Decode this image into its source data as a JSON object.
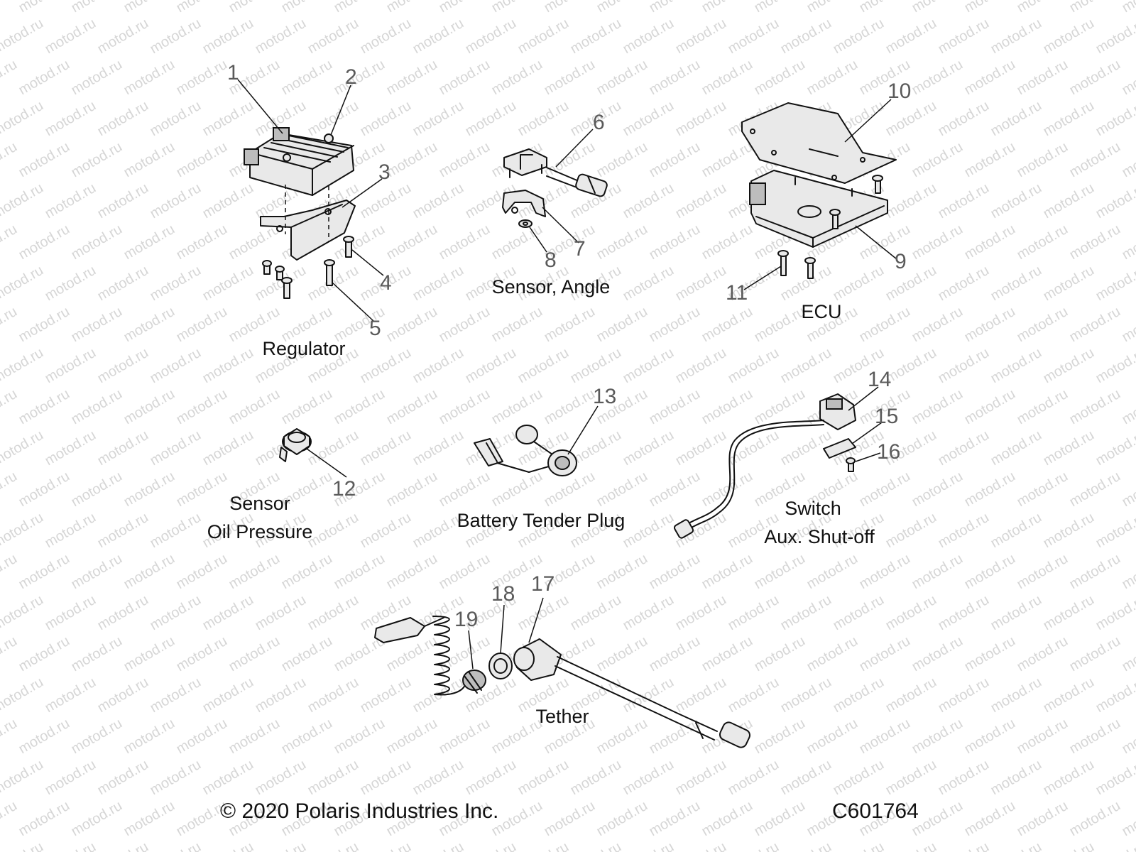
{
  "watermark": "motod.ru",
  "callouts": [
    "1",
    "2",
    "3",
    "4",
    "5",
    "6",
    "7",
    "8",
    "9",
    "10",
    "11",
    "12",
    "13",
    "14",
    "15",
    "16",
    "17",
    "18",
    "19"
  ],
  "groups": {
    "regulator": "Regulator",
    "sensor_angle": "Sensor, Angle",
    "ecu": "ECU",
    "sensor_oil_line1": "Sensor",
    "sensor_oil_line2": "Oil Pressure",
    "battery_tender": "Battery Tender Plug",
    "switch_line1": "Switch",
    "switch_line2": "Aux. Shut-off",
    "tether": "Tether"
  },
  "footer": {
    "copyright": "© 2020 Polaris Industries Inc.",
    "diagram_code": "C601764"
  }
}
